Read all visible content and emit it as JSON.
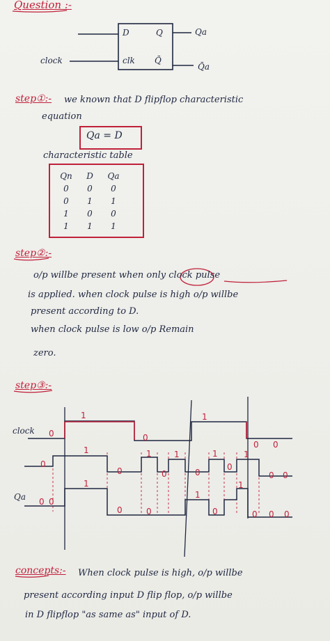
{
  "question": {
    "heading": "Question :-",
    "ff_pins": {
      "d": "D",
      "q": "Q",
      "clk": "clk",
      "qbar": "Q̄"
    },
    "ff_outputs": {
      "qa": "Qa",
      "qa_bar": "Q̄a"
    },
    "clock_label": "clock"
  },
  "step1": {
    "heading": "step①:-",
    "line1": "we known that D flipflop characteristic",
    "line2": "equation",
    "equation": "Qa = D",
    "table_title": "characteristic table",
    "table": {
      "headers": [
        "Qn",
        "D",
        "Qa"
      ],
      "rows": [
        [
          "0",
          "0",
          "0"
        ],
        [
          "0",
          "1",
          "1"
        ],
        [
          "1",
          "0",
          "0"
        ],
        [
          "1",
          "1",
          "1"
        ]
      ]
    }
  },
  "step2": {
    "heading": "step②:-",
    "line1": "o/p willbe present when only clock pulse",
    "line2": "is applied. when clock pulse is high o/p willbe",
    "line3": "present according to D.",
    "line4": "when clock pulse is low o/p Remain",
    "line5": "zero."
  },
  "step3": {
    "heading": "step③:-",
    "clock_label": "clock",
    "qa_label": "Qa",
    "clock_levels": [
      "0",
      "1",
      "0",
      "1",
      "0",
      "0"
    ],
    "d_levels": [
      "0",
      "1",
      "0",
      "1",
      "0",
      "1",
      "0",
      "1",
      "0",
      "1",
      "0",
      "0"
    ],
    "qa_levels": [
      "0",
      "0",
      "1",
      "0",
      "0",
      "1",
      "0",
      "1",
      "0",
      "0",
      "0"
    ]
  },
  "concepts": {
    "heading": "concepts:-",
    "line1": "When clock pulse is high, o/p willbe",
    "line2": "present according input D flip flop, o/p willbe",
    "line3": "in D flipflop \"as same as\" input of D."
  },
  "colors": {
    "ink": "#1e2740",
    "red": "#c0203a",
    "paper": "#efefea"
  }
}
